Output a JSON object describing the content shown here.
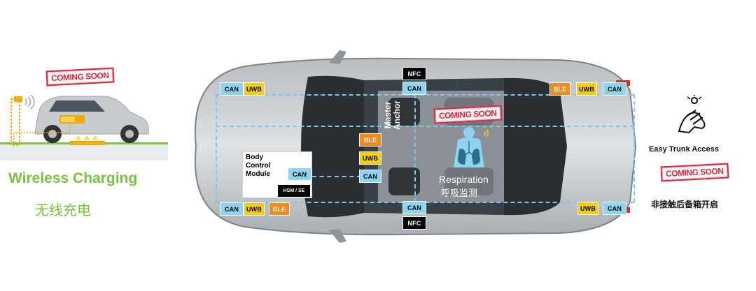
{
  "wireless_charging": {
    "title": "Wireless Charging",
    "subtitle_cn": "无线充电",
    "stamp": "COMING SOON"
  },
  "respiration": {
    "title": "Respiration",
    "subtitle_cn": "呼吸监测",
    "stamp": "COMING SOON"
  },
  "trunk": {
    "title": "Easy Trunk Access",
    "subtitle_cn": "非接触后备箱开启",
    "stamp": "COMING SOON"
  },
  "bcm": {
    "label": "Body\nControl\nModule",
    "can": "CAN",
    "hsm": "HSM / SE"
  },
  "master_anchor": {
    "label": "Master\nAnchor",
    "ble": "BLE",
    "uwb": "UWB",
    "can": "CAN"
  },
  "nodes": {
    "front_left": {
      "can": "CAN",
      "uwb": "UWB"
    },
    "rear_left": {
      "can": "CAN",
      "uwb": "UWB",
      "ble": "BLE"
    },
    "top_center": {
      "nfc": "NFC",
      "can": "CAN"
    },
    "bottom_center": {
      "can": "CAN",
      "nfc": "NFC"
    },
    "front_right": {
      "ble": "BLE",
      "uwb": "UWB",
      "can": "CAN"
    },
    "rear_right": {
      "uwb": "UWB",
      "can": "CAN"
    }
  },
  "colors": {
    "can": "#8fd3f0",
    "uwb": "#f2cf10",
    "ble": "#ef8a1c",
    "nfc": "#000000",
    "accent_green": "#7ac143",
    "stamp_red": "#d7263d",
    "bus_line": "#7fc7ea"
  }
}
